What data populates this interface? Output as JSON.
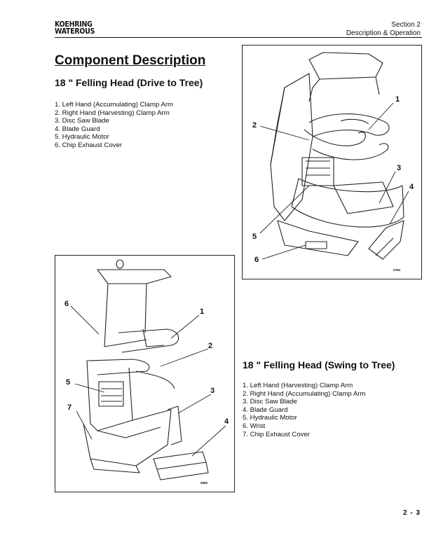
{
  "header": {
    "logo_line1": "KOEHRING",
    "logo_line2": "WATEROUS",
    "section": "Section 2",
    "section_title": "Description & Operation"
  },
  "page_title": "Component Description",
  "drive_section": {
    "heading": "18 \" Felling Head (Drive to Tree)",
    "items": [
      "1. Left Hand (Accumulating) Clamp Arm",
      "2. Right Hand (Harvesting) Clamp Arm",
      "3. Disc Saw Blade",
      "4. Blade Guard",
      "5. Hydraulic Motor",
      "6. Chip Exhaust Cover"
    ]
  },
  "swing_section": {
    "heading": "18 \" Felling Head (Swing to Tree)",
    "items": [
      "1.  Left Hand (Harvesting) Clamp Arm",
      "2.  Right Hand (Accumulating) Clamp Arm",
      "3. Disc Saw Blade",
      "4. Blade Guard",
      "5. Hydraulic Motor",
      "6. Wrist",
      "7. Chip Exhaust Cover"
    ]
  },
  "figure_drive": {
    "callouts": [
      "1",
      "2",
      "3",
      "4",
      "5",
      "6"
    ],
    "code": "9784"
  },
  "figure_swing": {
    "callouts": [
      "6",
      "1",
      "2",
      "5",
      "3",
      "7",
      "4"
    ],
    "code": "9680"
  },
  "page_number": "2 - 3"
}
